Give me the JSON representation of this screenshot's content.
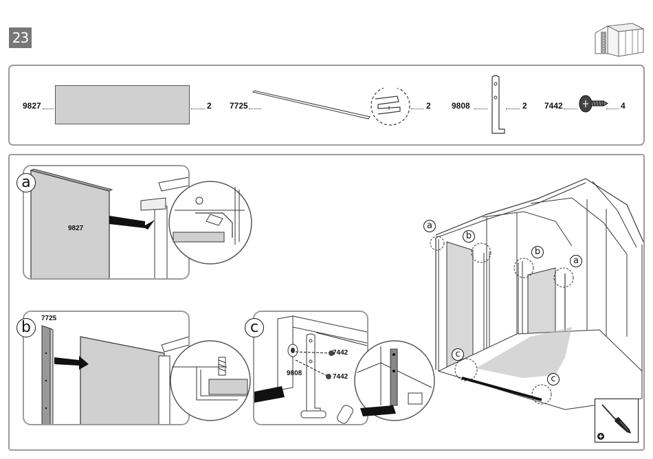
{
  "step": {
    "number": "23"
  },
  "parts": [
    {
      "code": "9827",
      "qty": "2"
    },
    {
      "code": "7725",
      "qty": "2"
    },
    {
      "code": "9808",
      "qty": "2"
    },
    {
      "code": "7442",
      "qty": "4"
    }
  ],
  "details": {
    "a": {
      "letter": "a",
      "part": "9827"
    },
    "b": {
      "letter": "b",
      "part": "7725"
    },
    "c": {
      "letter": "c",
      "part1": "9808",
      "part2": "7442",
      "part3": "7442"
    }
  },
  "overview": {
    "markers": [
      "a",
      "b",
      "b",
      "a",
      "c",
      "c"
    ]
  },
  "tool": {
    "icon": "screwdriver-icon",
    "sign": "plus"
  }
}
